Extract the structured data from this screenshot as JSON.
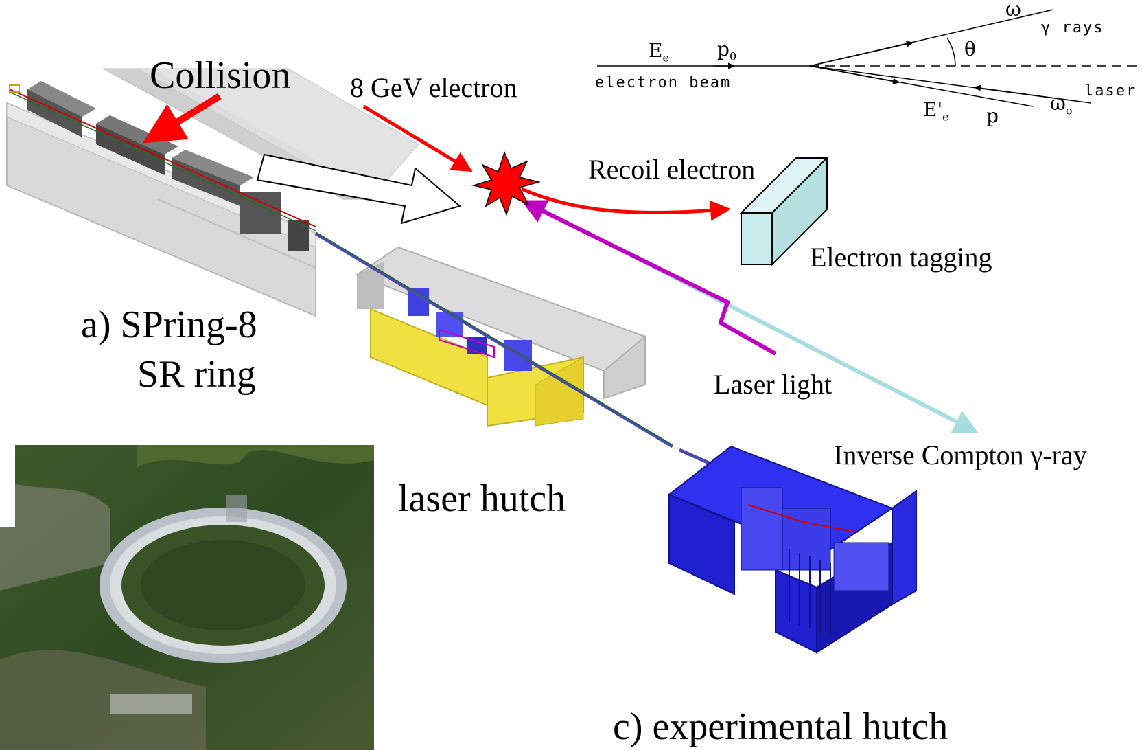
{
  "labels": {
    "collision": "Collision",
    "electron_8gev": "8 GeV electron",
    "recoil_electron": "Recoil electron",
    "electron_tagging": "Electron tagging",
    "spring8_line1": "a) SPring-8",
    "spring8_line2": "SR ring",
    "laser_light": "Laser light",
    "inverse_compton": "Inverse Compton γ-ray",
    "laser_hutch": "laser hutch",
    "experimental_hutch": "c) experimental hutch"
  },
  "kinematics": {
    "omega": "ω",
    "gamma_rays": "γ rays",
    "theta": "θ",
    "e_e": "E",
    "e_e_sub": "e",
    "p0": "p",
    "p0_sub": "0",
    "electron_beam": "electron beam",
    "laser": "laser",
    "omega0": "ω",
    "omega0_sub": "o",
    "e_e_prime": "E'",
    "e_e_prime_sub": "e",
    "p": "p"
  },
  "colors": {
    "electron_arrow": "#ff0000",
    "laser_path": "#c000c0",
    "gamma_path": "#a8dde0",
    "tagger": "#c8ecec",
    "hutch_blue": "#2020e0",
    "hutch_yellow": "#f0e040",
    "concrete": "#d8d8d8"
  }
}
